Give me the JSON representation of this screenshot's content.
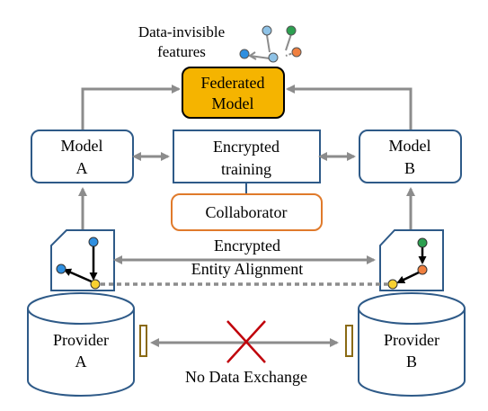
{
  "colors": {
    "box_stroke": "#2e5a88",
    "arrow": "#8c8c8c",
    "federated_fill": "#f5b400",
    "collaborator_stroke": "#e07a2b",
    "cross": "#c0000a",
    "bar_stroke": "#8a6a14",
    "node_blue": "#2f8fe0",
    "node_orange": "#f08040",
    "node_green": "#2ca050",
    "node_yellow": "#f8d030",
    "node_light_blue": "#8ec2e6"
  },
  "labels": {
    "data_invisible": [
      "Data-invisible",
      "features"
    ],
    "federated_model": [
      "Federated",
      "Model"
    ],
    "model_a": [
      "Model",
      "A"
    ],
    "model_b": [
      "Model",
      "B"
    ],
    "encrypted_training": [
      "Encrypted",
      "training"
    ],
    "collaborator": "Collaborator",
    "entity_alignment": [
      "Encrypted",
      "Entity Alignment"
    ],
    "provider_a": [
      "Provider",
      "A"
    ],
    "provider_b": [
      "Provider",
      "B"
    ],
    "no_data_exchange": "No Data Exchange"
  },
  "icons": {
    "top_graph": "feature-graph-icon",
    "left_doc": "document-graph-icon",
    "right_doc": "document-graph-icon",
    "cylinders": "database-icon",
    "cross": "cross-icon",
    "bars": "data-port-icon"
  }
}
